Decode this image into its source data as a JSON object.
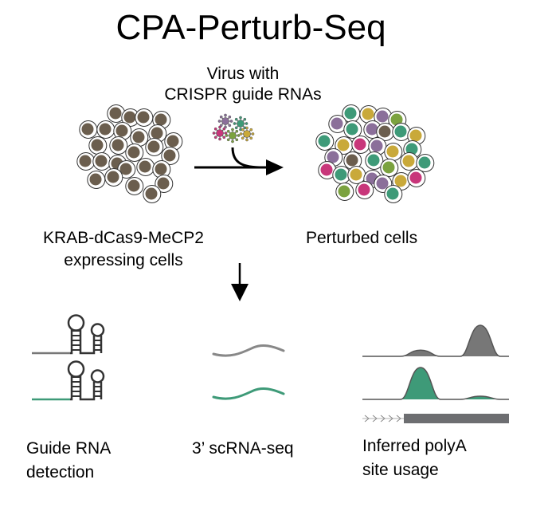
{
  "title": "CPA-Perturb-Seq",
  "virus_label": [
    "Virus with",
    "CRISPR guide RNAs"
  ],
  "source_label": [
    "KRAB-dCas9-MeCP2",
    "expressing cells"
  ],
  "target_label": "Perturbed cells",
  "panels": [
    {
      "caption": [
        "Guide RNA",
        "detection"
      ],
      "icon": "guide-rna-hairpin-icon"
    },
    {
      "caption": [
        "3’ scRNA-seq"
      ],
      "icon": "rna-transcript-icon"
    },
    {
      "caption": [
        "Inferred polyA",
        "site usage"
      ],
      "icon": "polya-peaks-icon"
    }
  ],
  "colors": {
    "cell_brown": "#6B5E4E",
    "green": "#3E9A78",
    "yellow": "#C9A93A",
    "magenta": "#C8367A",
    "purple": "#8B6F9A",
    "light_green": "#7BA23F",
    "gray": "#777777",
    "dark_gray": "#6D6E71"
  },
  "source_cell_count": 26,
  "perturbed_cells": [
    "green",
    "yellow",
    "purple",
    "light_green",
    "purple",
    "green",
    "purple",
    "brown",
    "green",
    "yellow",
    "green",
    "yellow",
    "magenta",
    "purple",
    "green",
    "yellow",
    "purple",
    "brown",
    "green",
    "yellow",
    "green",
    "light_green",
    "magenta",
    "green",
    "yellow",
    "purple",
    "purple",
    "yellow",
    "magenta",
    "light_green",
    "magenta",
    "green"
  ],
  "virus_colors": [
    "purple",
    "green",
    "magenta",
    "light_green",
    "yellow"
  ],
  "polya": {
    "control_peaks": [
      {
        "site": 1,
        "relative_usage": 0.2
      },
      {
        "site": 2,
        "relative_usage": 1.0
      }
    ],
    "perturbed_peaks": [
      {
        "site": 1,
        "relative_usage": 1.0
      },
      {
        "site": 2,
        "relative_usage": 0.1
      }
    ]
  }
}
